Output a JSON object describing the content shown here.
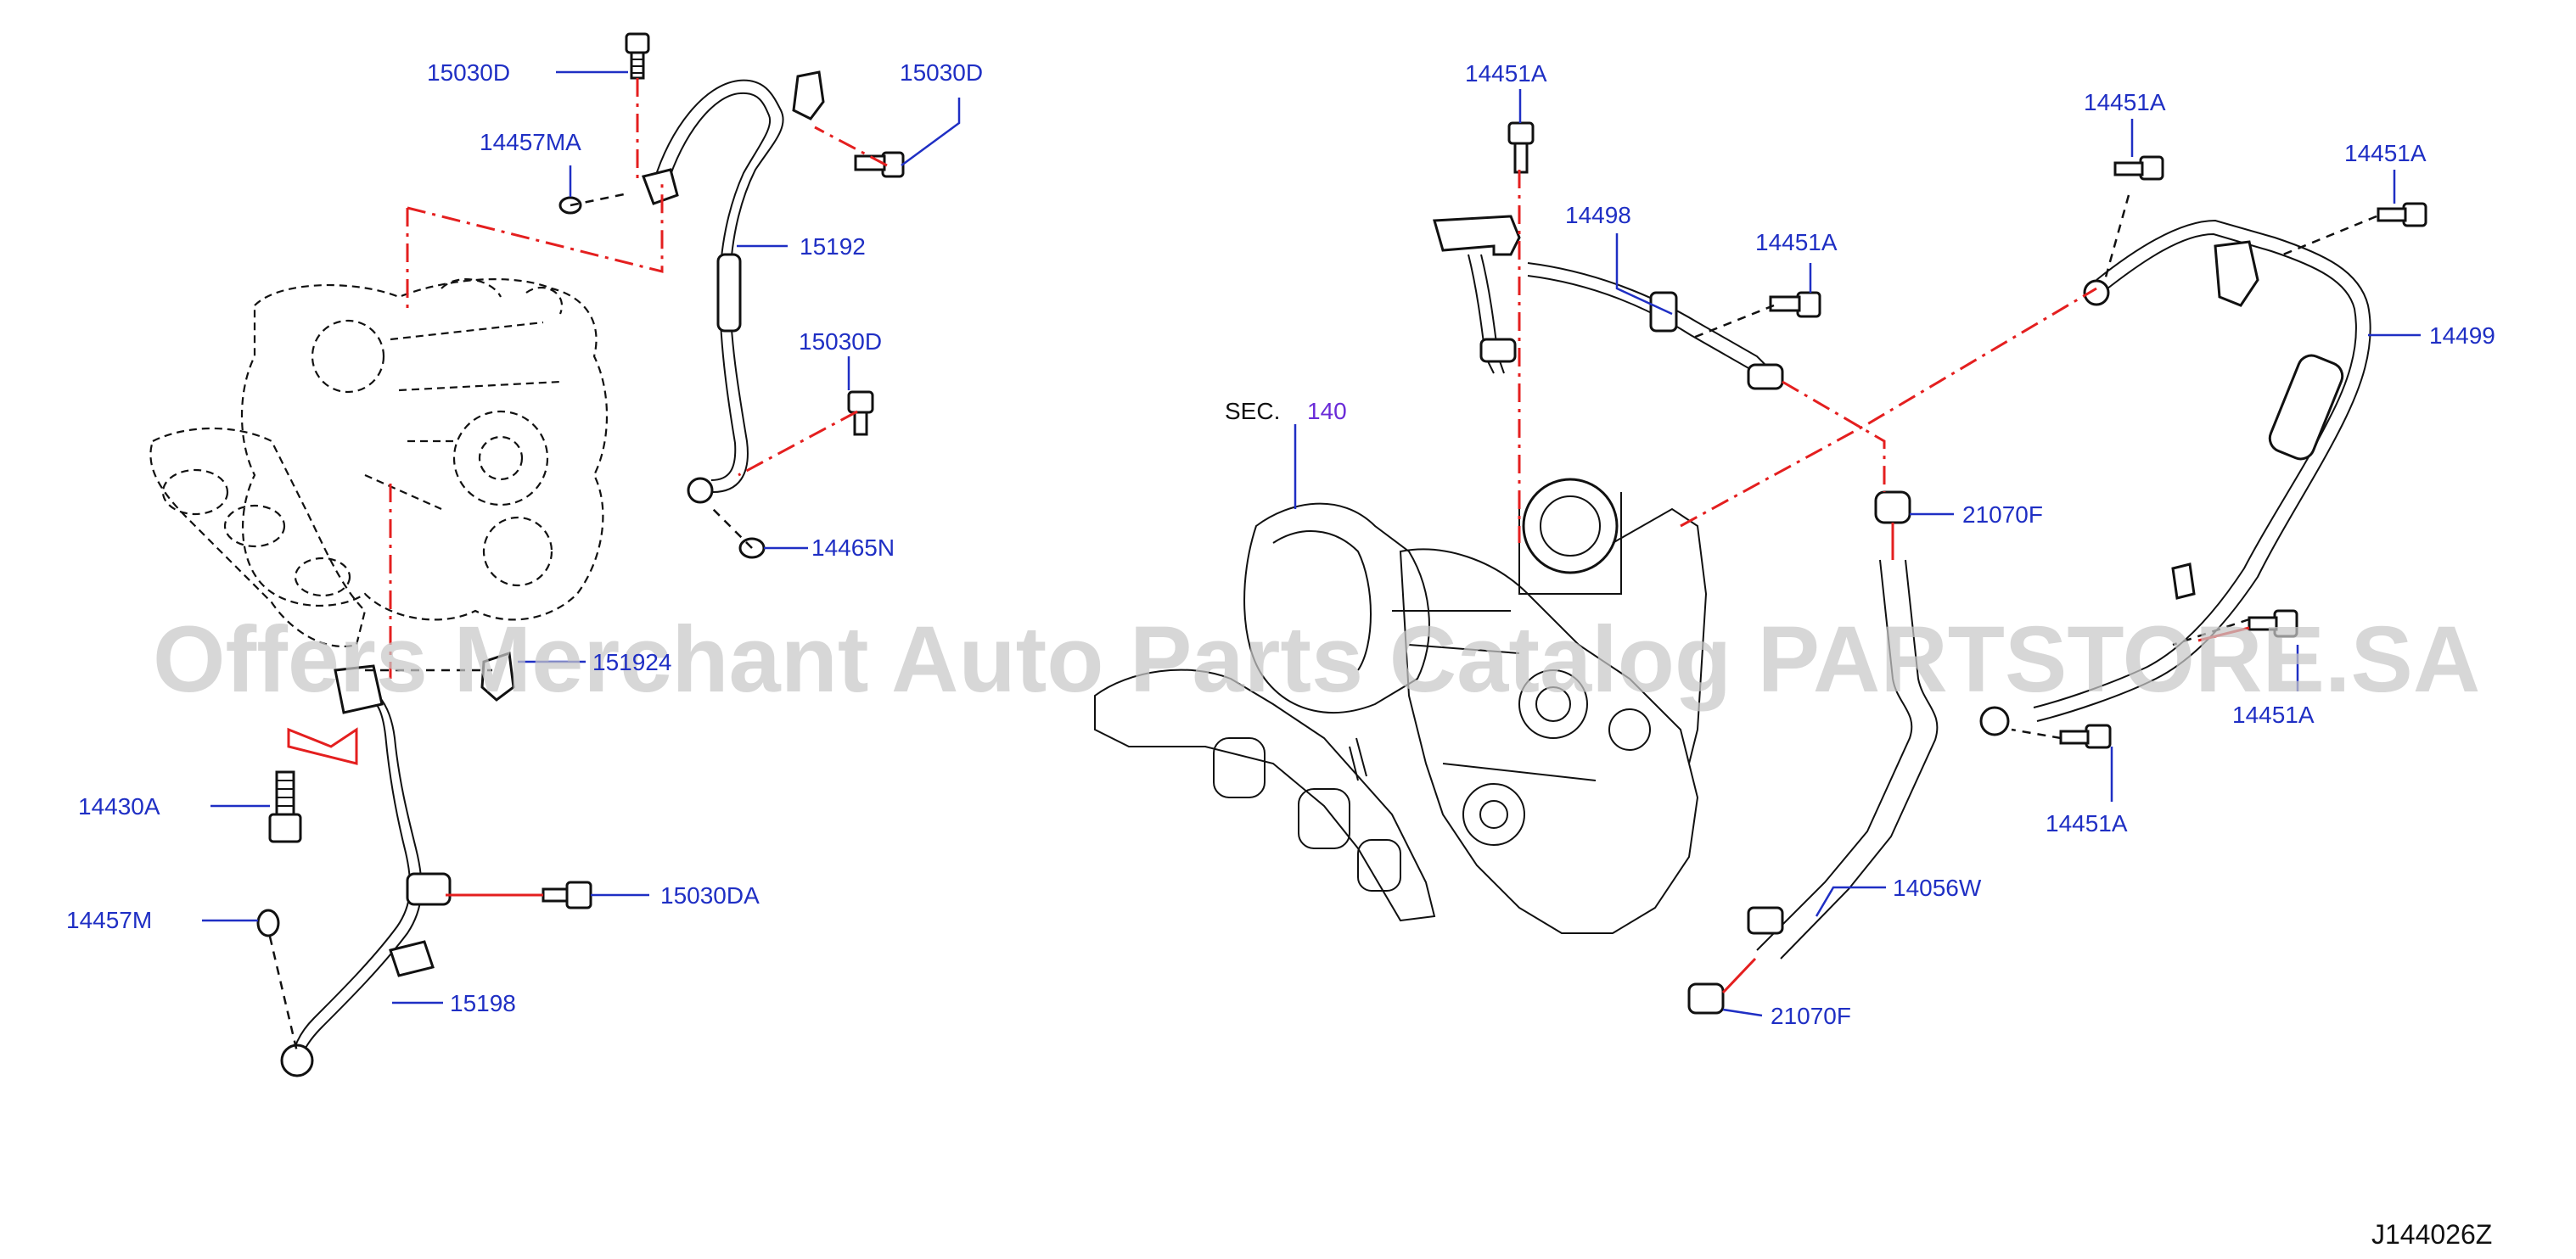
{
  "diagram": {
    "code": "J144026Z",
    "watermark": "Offers Merchant Auto Parts Catalog PARTSTORE.SA",
    "section_ref": {
      "prefix": "SEC.",
      "number": "140"
    },
    "labels": [
      "15030D",
      "15030D",
      "14457MA",
      "15192",
      "15030D",
      "14465N",
      "151924",
      "14430A",
      "15030DA",
      "14457M",
      "15198",
      "14451A",
      "14498",
      "14451A",
      "14451A",
      "14451A",
      "14499",
      "21070F",
      "14451A",
      "14451A",
      "14056W",
      "21070F"
    ]
  },
  "colors": {
    "part_label": "#1f2fc4",
    "section_number": "#6a2bd8",
    "center_line": "#e41f1f",
    "line_art": "#111111",
    "watermark": "#c8c8c8"
  }
}
